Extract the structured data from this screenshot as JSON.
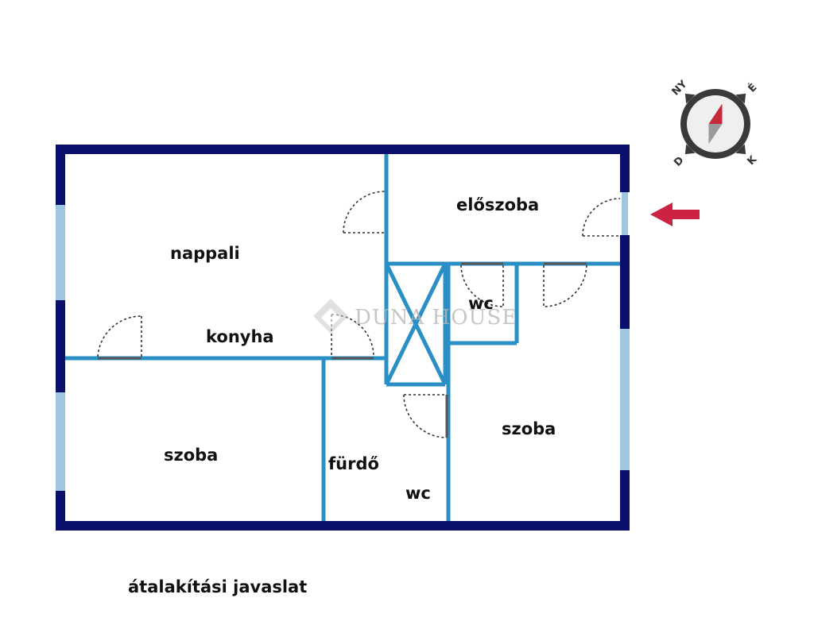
{
  "colors": {
    "outer_wall": "#0a0f6b",
    "inner_wall": "#2a8fc4",
    "window": "#9fc7e0",
    "arrow": "#cc2244",
    "compass_ring": "#3a3a3a",
    "compass_needle_red": "#c62a3a"
  },
  "rooms": {
    "nappali": "nappali",
    "konyha": "konyha",
    "eloszoba": "előszoba",
    "wc_top": "wc",
    "szoba_left": "szoba",
    "furdo": "fürdő",
    "wc_bottom": "wc",
    "szoba_right": "szoba"
  },
  "compass": {
    "n": "NY",
    "e": "É",
    "s": "K",
    "w": "D"
  },
  "watermark": {
    "text": "DUNA HOUSE"
  },
  "caption": "átalakítási javaslat"
}
